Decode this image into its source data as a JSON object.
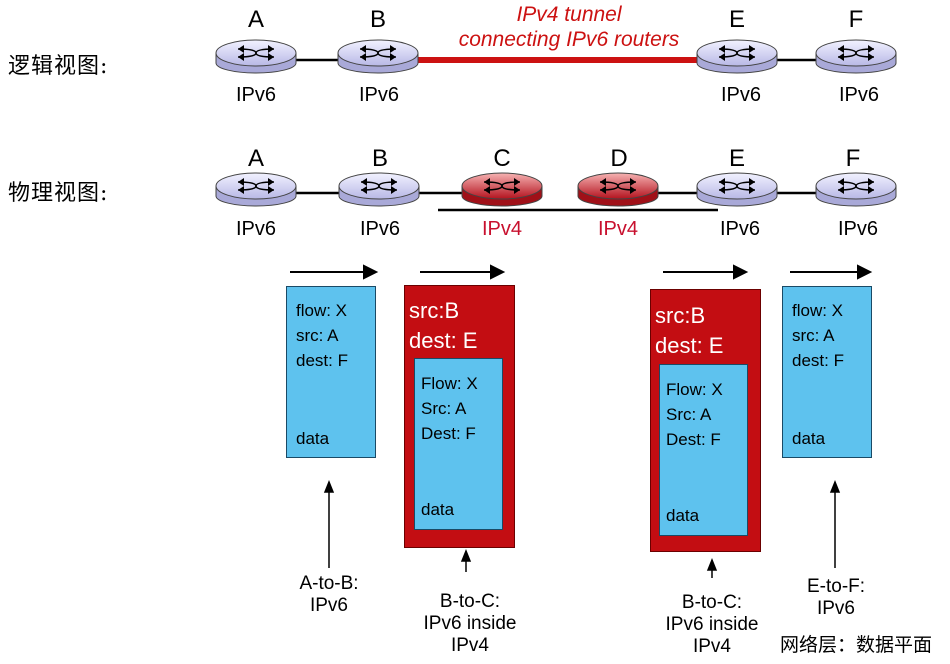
{
  "logical_view": {
    "label": "逻辑视图:",
    "nodes": [
      {
        "letter": "A",
        "proto": "IPv6"
      },
      {
        "letter": "B",
        "proto": "IPv6"
      },
      {
        "letter": "E",
        "proto": "IPv6"
      },
      {
        "letter": "F",
        "proto": "IPv6"
      }
    ],
    "tunnel_line1": "IPv4 tunnel",
    "tunnel_line2": "connecting IPv6 routers"
  },
  "physical_view": {
    "label": "物理视图:",
    "nodes": [
      {
        "letter": "A",
        "proto": "IPv6"
      },
      {
        "letter": "B",
        "proto": "IPv6"
      },
      {
        "letter": "C",
        "proto": "IPv4"
      },
      {
        "letter": "D",
        "proto": "IPv4"
      },
      {
        "letter": "E",
        "proto": "IPv6"
      },
      {
        "letter": "F",
        "proto": "IPv6"
      }
    ]
  },
  "packets": [
    {
      "lines": [
        "flow: X",
        "src: A",
        "dest: F"
      ],
      "data": "data",
      "caption": [
        "A-to-B:",
        "IPv6"
      ]
    },
    {
      "outer": [
        "src:B",
        "dest: E"
      ],
      "lines": [
        "Flow: X",
        "Src: A",
        "Dest: F"
      ],
      "data": "data",
      "caption": [
        "B-to-C:",
        "IPv6 inside",
        "IPv4"
      ]
    },
    {
      "outer": [
        "src:B",
        "dest: E"
      ],
      "lines": [
        "Flow: X",
        "Src: A",
        "Dest: F"
      ],
      "data": "data",
      "caption": [
        "B-to-C:",
        "IPv6 inside",
        "IPv4"
      ]
    },
    {
      "lines": [
        "flow: X",
        "src: A",
        "dest: F"
      ],
      "data": "data",
      "caption": [
        "E-to-F:",
        "IPv6"
      ]
    }
  ],
  "colors": {
    "ipv6_router": "#d6d6f5",
    "ipv4_router": "#c8102e",
    "tunnel": "#cc1111",
    "packet": "#5ec2ee",
    "encapsulation": "#c30d12"
  },
  "footer": "网络层：数据平面"
}
